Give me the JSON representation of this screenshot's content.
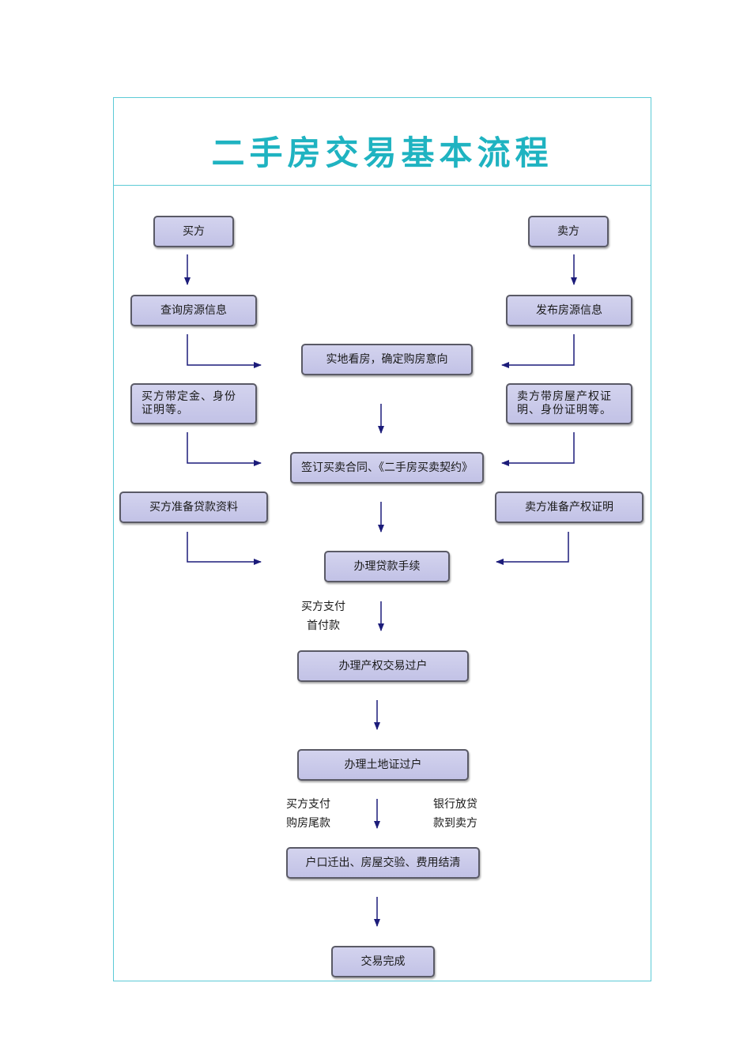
{
  "title": "二手房交易基本流程",
  "colors": {
    "title": "#1fb3c1",
    "frame": "#5ccad6",
    "node_fill": "#c8c8ea",
    "node_border": "#5a5a66",
    "arrow": "#1c1c7a"
  },
  "nodes": {
    "buyer": "买方",
    "seller": "卖方",
    "buyer_search": "查询房源信息",
    "seller_publish": "发布房源信息",
    "viewing": "实地看房，确定购房意向",
    "buyer_docs": "买方带定金、身份证明等。",
    "seller_docs": "卖方带房屋产权证明、身份证明等。",
    "contract": "签订买卖合同、《二手房买卖契约》",
    "buyer_loan_docs": "买方准备贷款资料",
    "seller_cert": "卖方准备产权证明",
    "loan": "办理贷款手续",
    "title_transfer": "办理产权交易过户",
    "land_transfer": "办理土地证过户",
    "settle": "户口迁出、房屋交验、费用结清",
    "done": "交易完成"
  },
  "notes": {
    "down_payment_1": "买方支付",
    "down_payment_2": "首付款",
    "final_payment_1": "买方支付",
    "final_payment_2": "购房尾款",
    "bank_release_1": "银行放贷",
    "bank_release_2": "款到卖方"
  }
}
